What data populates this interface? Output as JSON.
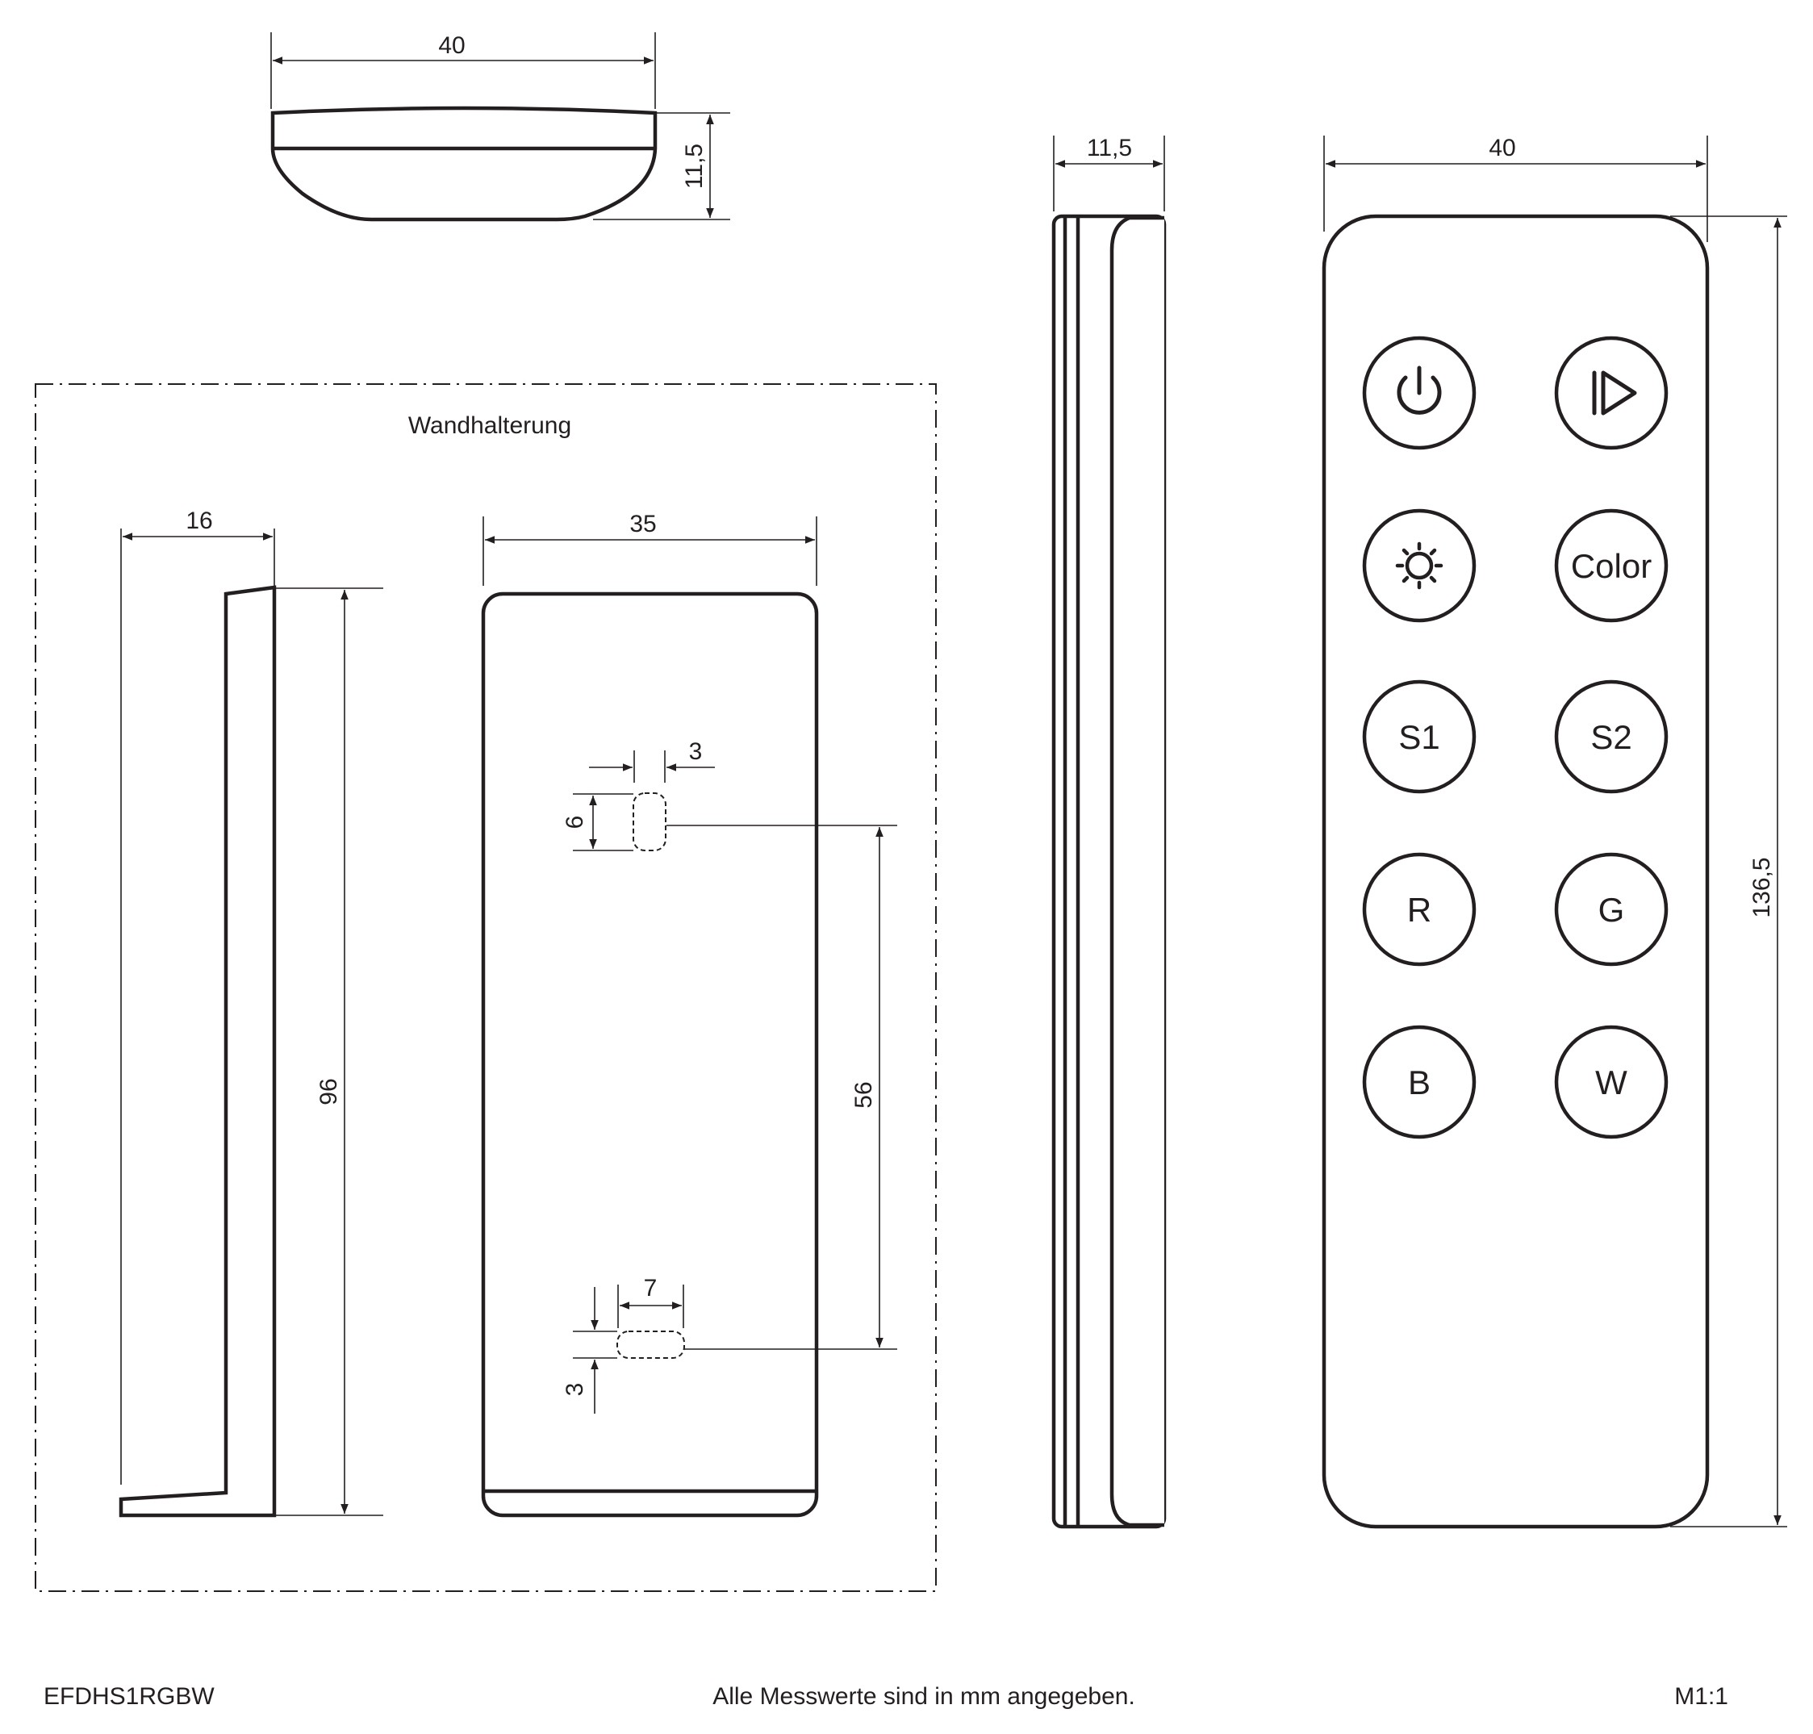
{
  "dimensions": {
    "top_width": "40",
    "top_height": "11,5",
    "side_width": "11,5",
    "front_width": "40",
    "front_height": "136,5",
    "bracket_side_width": "16",
    "bracket_height": "96",
    "bracket_front_width": "35",
    "hole_width": "3",
    "hole_height": "6",
    "hole_spacing": "56",
    "slot_width": "7",
    "slot_offset": "3"
  },
  "labels": {
    "wall_mount": "Wandhalterung"
  },
  "buttons": [
    {
      "id": "power",
      "label": "",
      "icon": "power-icon"
    },
    {
      "id": "play",
      "label": "",
      "icon": "play-icon"
    },
    {
      "id": "brightness",
      "label": "",
      "icon": "sun-icon"
    },
    {
      "id": "color",
      "label": "Color",
      "icon": ""
    },
    {
      "id": "s1",
      "label": "S1",
      "icon": ""
    },
    {
      "id": "s2",
      "label": "S2",
      "icon": ""
    },
    {
      "id": "r",
      "label": "R",
      "icon": ""
    },
    {
      "id": "g",
      "label": "G",
      "icon": ""
    },
    {
      "id": "b",
      "label": "B",
      "icon": ""
    },
    {
      "id": "w",
      "label": "W",
      "icon": ""
    }
  ],
  "footer": {
    "product_code": "EFDHS1RGBW",
    "note": "Alle Messwerte sind in mm angegeben.",
    "scale": "M1:1"
  }
}
